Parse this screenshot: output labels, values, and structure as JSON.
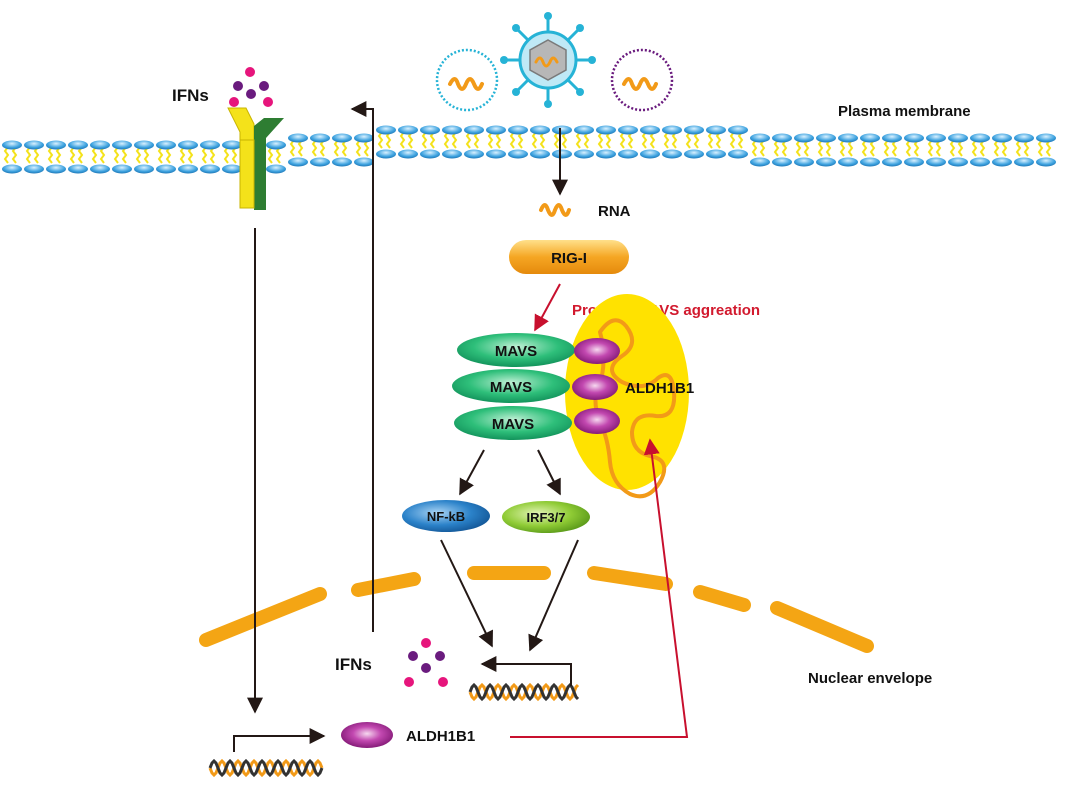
{
  "labels": {
    "ifns_top": "IFNs",
    "plasma_membrane": "Plasma membrane",
    "rna": "RNA",
    "rig_i": "RIG-I",
    "promote": "Promote MAVS aggreation",
    "mavs": [
      "MAVS",
      "MAVS",
      "MAVS"
    ],
    "aldh_mito": "ALDH1B1",
    "nfkb": "NF-kB",
    "irf": "IRF3/7",
    "ifns_bottom": "IFNs",
    "nuclear_envelope": "Nuclear envelope",
    "aldh_bottom": "ALDH1B1"
  },
  "colors": {
    "arrow": "#231815",
    "red_arrow": "#c8102e",
    "membrane_head": "#2f8fd0",
    "membrane_tail": "#f4e21a",
    "receptor_yellow": "#f4e21a",
    "receptor_green": "#2e7d32",
    "rig_i": "#f5a623",
    "mavs": "#1aa66d",
    "aldh": "#a0208f",
    "mito_yellow": "#ffe200",
    "mito_orange": "#f29a18",
    "nfkb": "#1e6fb3",
    "irf": "#7bbf2a",
    "nuclear_envelope": "#f4a514",
    "ifn_pink": "#e6157c",
    "ifn_purple": "#6a1b7e",
    "dna_orange": "#f29a18",
    "dna_dark": "#333333"
  }
}
